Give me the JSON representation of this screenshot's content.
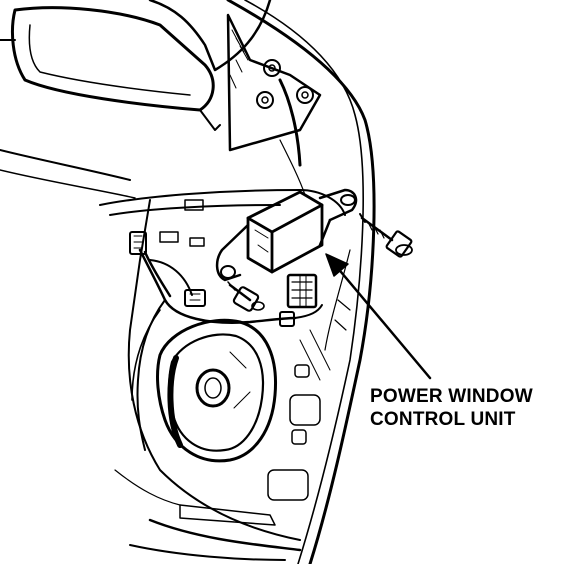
{
  "callout": {
    "line1": "POWER WINDOW",
    "line2": "CONTROL UNIT"
  },
  "colors": {
    "ink": "#000000",
    "paper": "#ffffff"
  },
  "icons": [
    "door-panel-illustration",
    "mirror-icon",
    "speaker-icon",
    "screw-icon",
    "connector-icon",
    "control-unit-icon",
    "leader-arrow-icon"
  ]
}
